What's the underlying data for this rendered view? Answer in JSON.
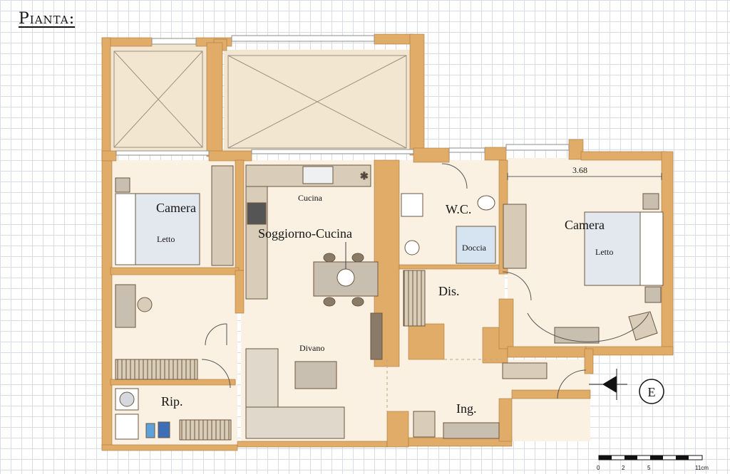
{
  "title": "Pianta:",
  "rooms": {
    "camera_left": "Camera",
    "letto_left": "Letto",
    "cucina": "Cucina",
    "soggiorno": "Soggiorno-Cucina",
    "divano": "Divano",
    "rip": "Rip.",
    "wc": "W.C.",
    "doccia": "Doccia",
    "dis": "Dis.",
    "camera_right": "Camera",
    "letto_right": "Letto",
    "ing": "Ing."
  },
  "dimension": "3.68",
  "entrance_marker": "E",
  "scale_bar": {
    "ticks": [
      "0",
      "2",
      "5",
      "11cm"
    ]
  },
  "colors": {
    "wall": "#e1ac68",
    "floor": "#faf1e2",
    "terrace": "#f3e6d1",
    "furniture": "#c8bfb0",
    "outline": "#6b5740"
  }
}
